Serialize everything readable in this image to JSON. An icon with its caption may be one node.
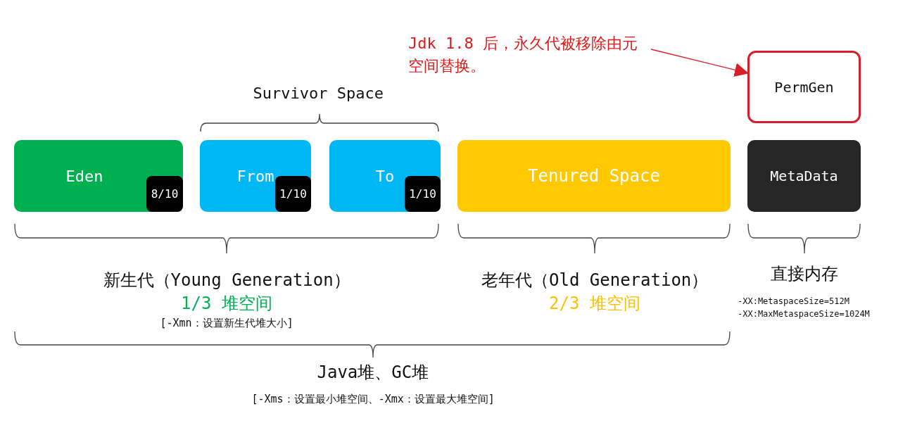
{
  "diagram": {
    "nodes": [
      {
        "text": [
          "Eden"
        ]
      },
      {
        "text": [
          "8/10"
        ],
        "in": 0
      },
      {
        "text": [
          "From"
        ]
      },
      {
        "text": [
          "1/10"
        ],
        "in": 2
      },
      {
        "text": [
          "To"
        ]
      },
      {
        "text": [
          "1/10"
        ],
        "in": 4
      },
      {
        "text": [
          "Tenured Space"
        ]
      },
      {
        "text": [
          "MetaData"
        ]
      },
      {
        "text": [
          "PermGen"
        ]
      },
      {
        "text": [
          "Jdk 1.8 后，永久代被移除由元空间替换。"
        ]
      }
    ],
    "edges": [
      {
        "from": 9,
        "to": 8,
        "arrow": "to"
      }
    ],
    "labels": [
      "Survivor Space",
      "新生代（Young Generation）",
      "1/3 堆空间",
      "[-Xmn：设置新生代堆大小]",
      "老年代（Old Generation）",
      "2/3 堆空间",
      "直接内存",
      "-XX:MetaspaceSize=512M",
      "-XX:MaxMetaspaceSize=1024M",
      "Java堆、GC堆",
      "[-Xms：设置最小堆空间、-Xmx：设置最大堆空间]"
    ]
  }
}
